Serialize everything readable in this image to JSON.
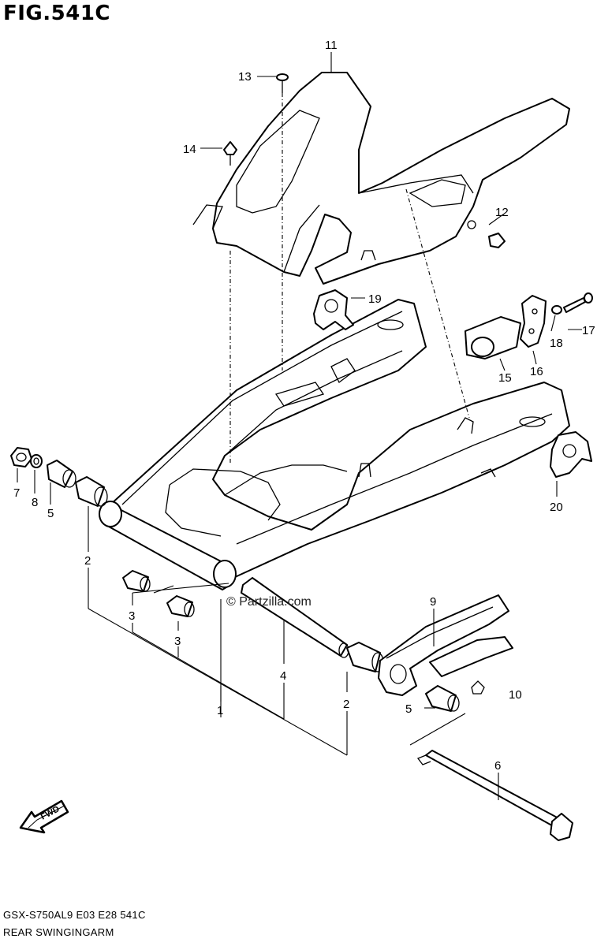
{
  "figure": {
    "title": "FIG.541C",
    "watermark": "© Partzilla.com",
    "footer_code": "GSX-S750AL9  E03  E28  541C",
    "footer_name": "REAR SWINGINGARM",
    "fwd_label": "FWD"
  },
  "callouts": [
    {
      "id": "c11",
      "text": "11"
    },
    {
      "id": "c13",
      "text": "13"
    },
    {
      "id": "c14",
      "text": "14"
    },
    {
      "id": "c12",
      "text": "12"
    },
    {
      "id": "c19",
      "text": "19"
    },
    {
      "id": "c17",
      "text": "17"
    },
    {
      "id": "c18",
      "text": "18"
    },
    {
      "id": "c16",
      "text": "16"
    },
    {
      "id": "c15",
      "text": "15"
    },
    {
      "id": "c20",
      "text": "20"
    },
    {
      "id": "c7",
      "text": "7"
    },
    {
      "id": "c8",
      "text": "8"
    },
    {
      "id": "c5a",
      "text": "5"
    },
    {
      "id": "c2a",
      "text": "2"
    },
    {
      "id": "c3a",
      "text": "3"
    },
    {
      "id": "c3b",
      "text": "3"
    },
    {
      "id": "c1",
      "text": "1"
    },
    {
      "id": "c4",
      "text": "4"
    },
    {
      "id": "c9",
      "text": "9"
    },
    {
      "id": "c10",
      "text": "10"
    },
    {
      "id": "c2b",
      "text": "2"
    },
    {
      "id": "c5b",
      "text": "5"
    },
    {
      "id": "c6",
      "text": "6"
    }
  ]
}
